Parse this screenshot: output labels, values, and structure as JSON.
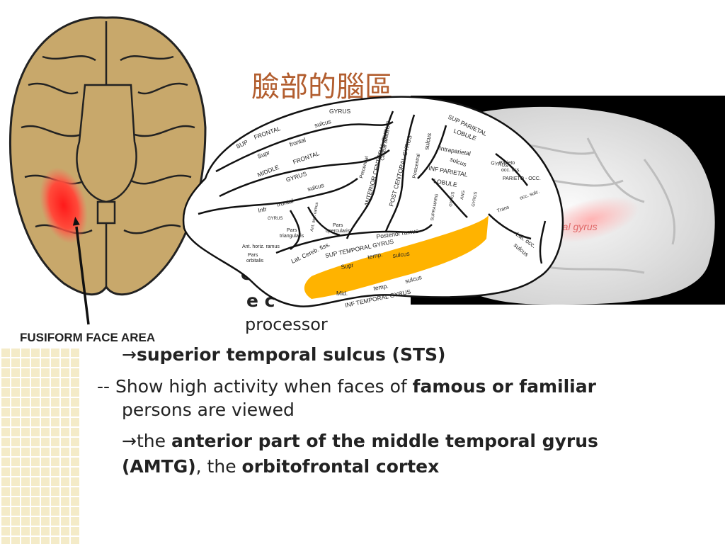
{
  "slide": {
    "title": "臉部的腦區",
    "bullets": {
      "frag1": "em",
      "frag2": "e c",
      "frag3": "processor",
      "line_sts": "superior temporal sulcus (STS)",
      "show_prefix": "-- Show high activity when faces of ",
      "show_bold": "famous or familiar",
      "show_cont": "persons are viewed",
      "amtg_the": "the ",
      "amtg_bold1": "anterior part of the middle temporal gyrus",
      "amtg_bold2": "(AMTG)",
      "amtg_mid": ", the ",
      "amtg_bold3": "orbitofrontal cortex"
    },
    "arrow_glyph": "→"
  },
  "left_image": {
    "caption": "FUSIFORM FACE AREA",
    "highlight_color": "#ff2a1a",
    "brain_color": "#c8a86b"
  },
  "right_image": {
    "label": "fusiform gyrus (partially hidden)",
    "visible_text": "ral gyrus",
    "highlight_color": "#f4a0a0"
  },
  "diagram": {
    "highlight_color": "#ffb300",
    "labels": {
      "gyrus_top": "GYRUS",
      "sup": "SUP",
      "frontal_top": "FRONTAL",
      "sulcus1": "sulcus",
      "supr": "Supr",
      "frontal2": "frontal",
      "middle": "MIDDLE",
      "frontal3": "FRONTAL",
      "gyrus2": "GYRUS",
      "sulcus2": "sulcus",
      "infr": "Infr",
      "frontal4": "frontal",
      "pars_tri": "Pars",
      "triangularis": "triangularis",
      "pars_oper": "Pars",
      "opercularis": "opercularis",
      "ant_horiz": "Ant. horiz. ramus",
      "pars_orb": "Pars",
      "orbitalis": "orbitalis",
      "lat_cereb": "Lat. Cereb. fiss.",
      "ant_asc": "Ant. asc. ramus",
      "post_ramus": "Posterior ramus",
      "sup_temporal": "SUP TEMPORAL GYRUS",
      "supr_temp": "Supr",
      "temp1": "temp.",
      "sulcus3": "sulcus",
      "mid": "Mid.",
      "temp2": "temp.",
      "sulcus4": "sulcus",
      "inf_temporal": "INF TEMPORAL GYRUS",
      "precentral": "Precentral",
      "anterior_central": "ANTERIOR CENTORAL GYRUS",
      "central_sulcus": "Central sulcus",
      "post_central": "POST CENTORAL GYRUS",
      "postcentral": "Postcentral",
      "sulcus5": "sulcus",
      "sup_parietal": "SUP PARIETAL",
      "lobule1": "LOBULE",
      "intraparietal": "Intraparietal",
      "sulcus6": "sulcus",
      "inf_parietal": "INF PARIETAL",
      "lobule2": "LOBULE",
      "supramarg": "SUPRAMARG",
      "gyrus3": "GYRUS",
      "ang": "ANG",
      "gyrus4": "GYRUS",
      "parieto": "Parieto",
      "occ_fiss": "occ. fiss.",
      "parieto_occ": "PARIETO - OCC.",
      "trans": "Trans",
      "occ_sulc": "occ. sulc.",
      "lat_occ": "Lat. occ.",
      "sulcus7": "sulcus",
      "gyrus5": "GYRUS",
      "gyrus6": "GYRUS"
    }
  }
}
